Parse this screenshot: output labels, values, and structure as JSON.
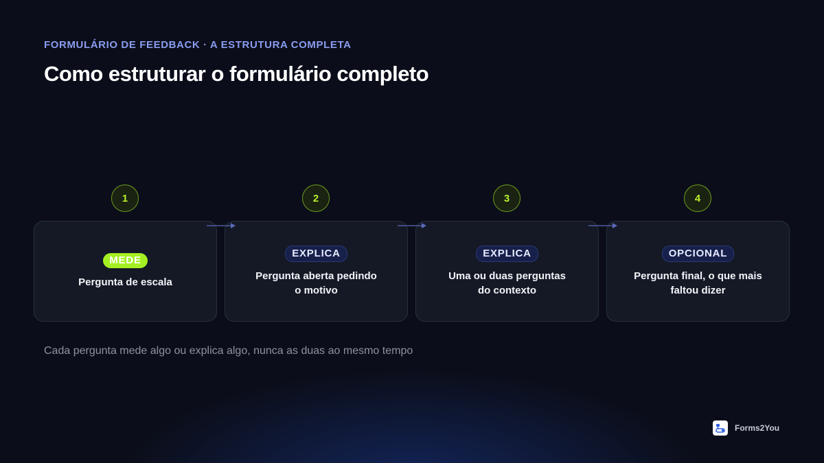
{
  "header": {
    "eyebrow": "FORMULÁRIO DE FEEDBACK · A ESTRUTURA COMPLETA",
    "title": "Como estruturar o formulário completo"
  },
  "steps": [
    {
      "number": "1",
      "badge": "MEDE",
      "text": "Pergunta de escala"
    },
    {
      "number": "2",
      "badge": "EXPLICA",
      "text": "Pergunta aberta pedindo\no motivo"
    },
    {
      "number": "3",
      "badge": "EXPLICA",
      "text": "Uma ou duas perguntas\ndo contexto"
    },
    {
      "number": "4",
      "badge": "OPCIONAL",
      "text": "Pergunta final, o que mais\nfaltou dizer"
    }
  ],
  "footnote": "Cada pergunta mede algo ou explica algo, nunca as duas ao mesmo tempo",
  "brand": {
    "name": "Forms2You",
    "icon": "forms2you-logo-icon"
  },
  "colors": {
    "accent_green": "#a6ef22",
    "accent_blue": "#8a9cf0",
    "background": "#0b0e1a"
  }
}
